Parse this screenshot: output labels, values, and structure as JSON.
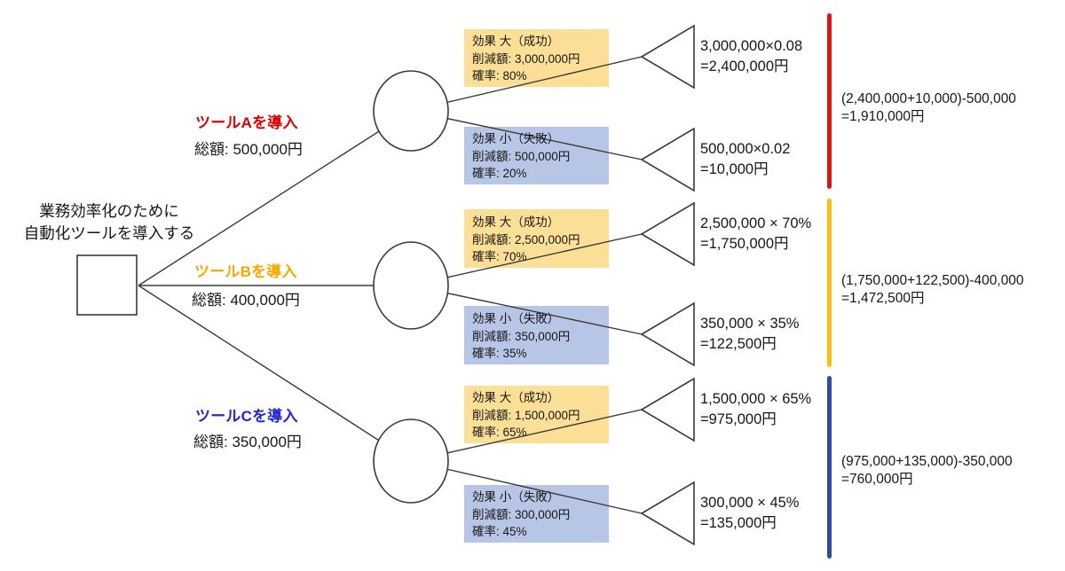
{
  "root": {
    "line1": "業務効率化のために",
    "line2": "自動化ツールを導入する"
  },
  "colors": {
    "branch_a": "#e00000",
    "branch_b": "#f5a800",
    "branch_c": "#2525db",
    "bar_a": "#e01414",
    "bar_b": "#fcbe13",
    "bar_c": "#2e4c9e",
    "success_box": "#fbdf96",
    "fail_box": "#b7c5e6"
  },
  "branches": [
    {
      "name": "A",
      "label": "ツールAを導入",
      "cost": "総額: 500,000円",
      "outcomes": [
        {
          "title": "効果 大（成功）",
          "amount": "削減額: 3,000,000円",
          "probability": "確率: 80%",
          "calc1": "3,000,000×0.08",
          "calc2": "=2,400,000円"
        },
        {
          "title": "効果 小（失敗）",
          "amount": "削減額: 500,000円",
          "probability": "確率: 20%",
          "calc1": "500,000×0.02",
          "calc2": "=10,000円"
        }
      ],
      "net1": "(2,400,000+10,000)-500,000",
      "net2": "=1,910,000円"
    },
    {
      "name": "B",
      "label": "ツールBを導入",
      "cost": "総額: 400,000円",
      "outcomes": [
        {
          "title": "効果 大（成功）",
          "amount": "削減額: 2,500,000円",
          "probability": "確率: 70%",
          "calc1": "2,500,000 × 70%",
          "calc2": "=1,750,000円"
        },
        {
          "title": "効果 小（失敗）",
          "amount": "削減額: 350,000円",
          "probability": "確率: 35%",
          "calc1": "350,000 × 35%",
          "calc2": "=122,500円"
        }
      ],
      "net1": "(1,750,000+122,500)-400,000",
      "net2": "=1,472,500円"
    },
    {
      "name": "C",
      "label": "ツールCを導入",
      "cost": "総額: 350,000円",
      "outcomes": [
        {
          "title": "効果 大（成功）",
          "amount": "削減額: 1,500,000円",
          "probability": "確率: 65%",
          "calc1": "1,500,000 × 65%",
          "calc2": "=975,000円"
        },
        {
          "title": "効果 小（失敗）",
          "amount": "削減額: 300,000円",
          "probability": "確率: 45%",
          "calc1": "300,000 × 45%",
          "calc2": "=135,000円"
        }
      ],
      "net1": "(975,000+135,000)-350,000",
      "net2": "=760,000円"
    }
  ]
}
